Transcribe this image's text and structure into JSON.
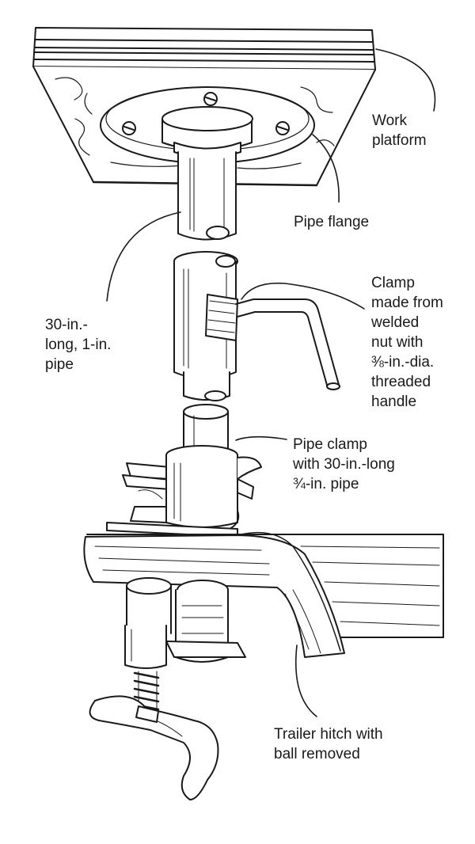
{
  "labels": {
    "work_platform": [
      "Work",
      "platform"
    ],
    "pipe_flange": [
      "Pipe flange"
    ],
    "pipe_30in": [
      "30-in.-",
      "long, 1-in.",
      "pipe"
    ],
    "clamp_nut": [
      "Clamp",
      "made from",
      "welded",
      "nut with",
      "⅜-in.-dia.",
      "threaded",
      "handle"
    ],
    "pipe_clamp": [
      "Pipe clamp",
      "with 30-in.-long",
      "¾-in. pipe"
    ],
    "trailer_hitch": [
      "Trailer hitch with",
      "ball removed"
    ]
  },
  "colors": {
    "ink": "#1a1a1a",
    "paper": "#ffffff"
  }
}
